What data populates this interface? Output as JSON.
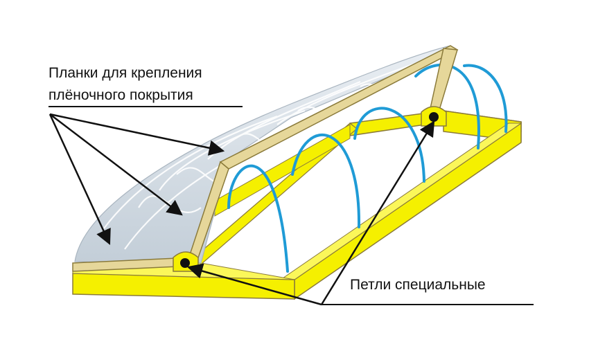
{
  "labels": {
    "strips_line1": "Планки для крепления",
    "strips_line2": "плёночного покрытия",
    "hinges": "Петли специальные"
  },
  "colors": {
    "frame_yellow": "#f5f000",
    "frame_outline": "#8a7a3a",
    "strip_tan": "#e6d79a",
    "arch_blue": "#1f9bd6",
    "film_grey": "#c9d3dc",
    "film_lines": "#ffffff",
    "arrow": "#111111",
    "hinge": "#f5f000"
  }
}
